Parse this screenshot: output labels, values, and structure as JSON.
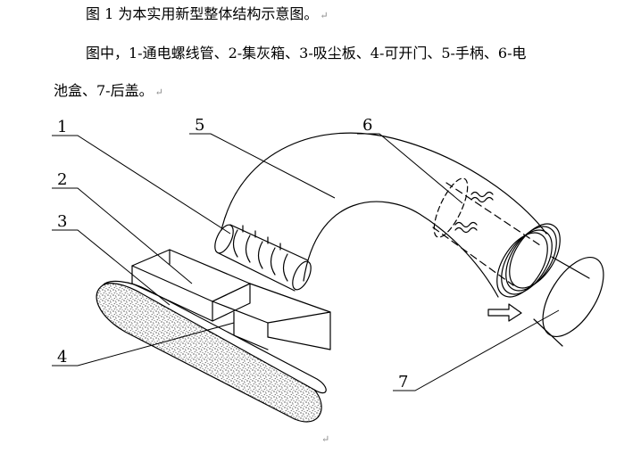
{
  "text": {
    "caption": "图 1 为本实用新型整体结构示意图。",
    "legend_line1": "图中，1-通电螺线管、2-集灰箱、3-吸尘板、4-可开门、5-手柄、6-电",
    "legend_line2": "池盒、7-后盖。",
    "paragraph_mark": "↵"
  },
  "figure": {
    "labels": [
      "1",
      "2",
      "3",
      "4",
      "5",
      "6",
      "7"
    ]
  }
}
